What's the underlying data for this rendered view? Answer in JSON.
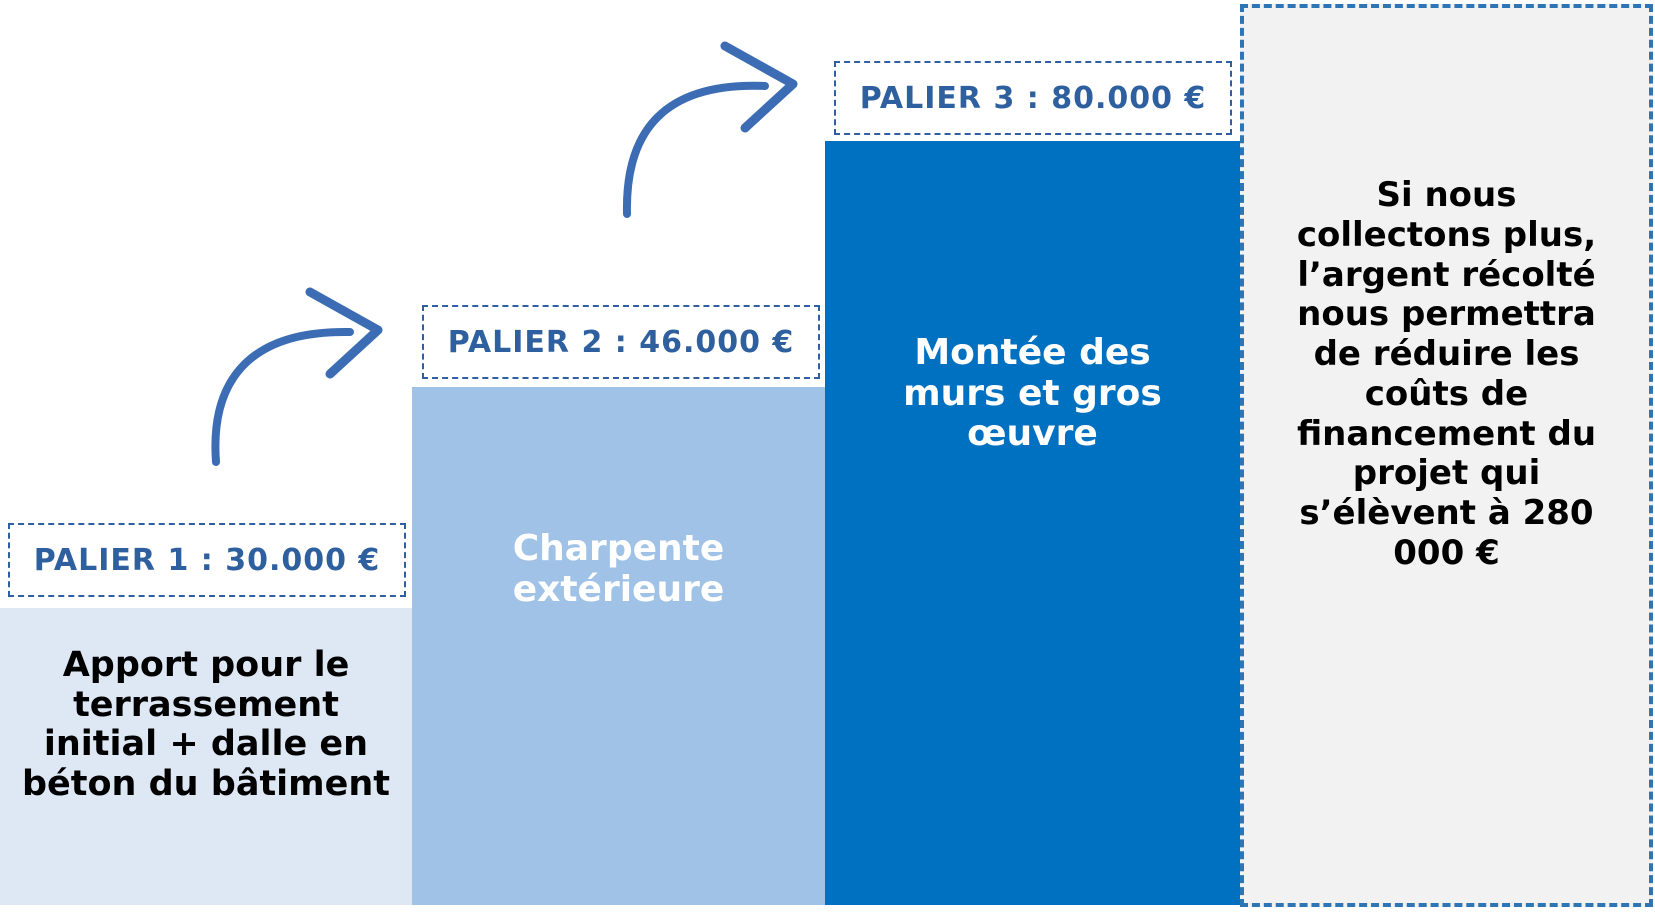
{
  "tiers": [
    {
      "label": "PALIER 1 : 30.000 €",
      "description": "Apport pour le terrassement initial + dalle en béton du bâtiment",
      "color": "#dee8f4"
    },
    {
      "label": "PALIER 2 : 46.000 €",
      "description": "Charpente extérieure",
      "color": "#a0c2e6"
    },
    {
      "label": "PALIER 3 : 80.000 €",
      "description": "Montée des murs et gros œuvre",
      "color": "#0070c0"
    }
  ],
  "extra": {
    "text": "Si nous collectons plus, l’argent récolté nous permettra de réduire les coûts de financement du projet qui s’élèvent à 280 000 €"
  },
  "colors": {
    "accent": "#2e75b6",
    "arrow": "#3c6db4",
    "label_text": "#2e5f9e"
  }
}
